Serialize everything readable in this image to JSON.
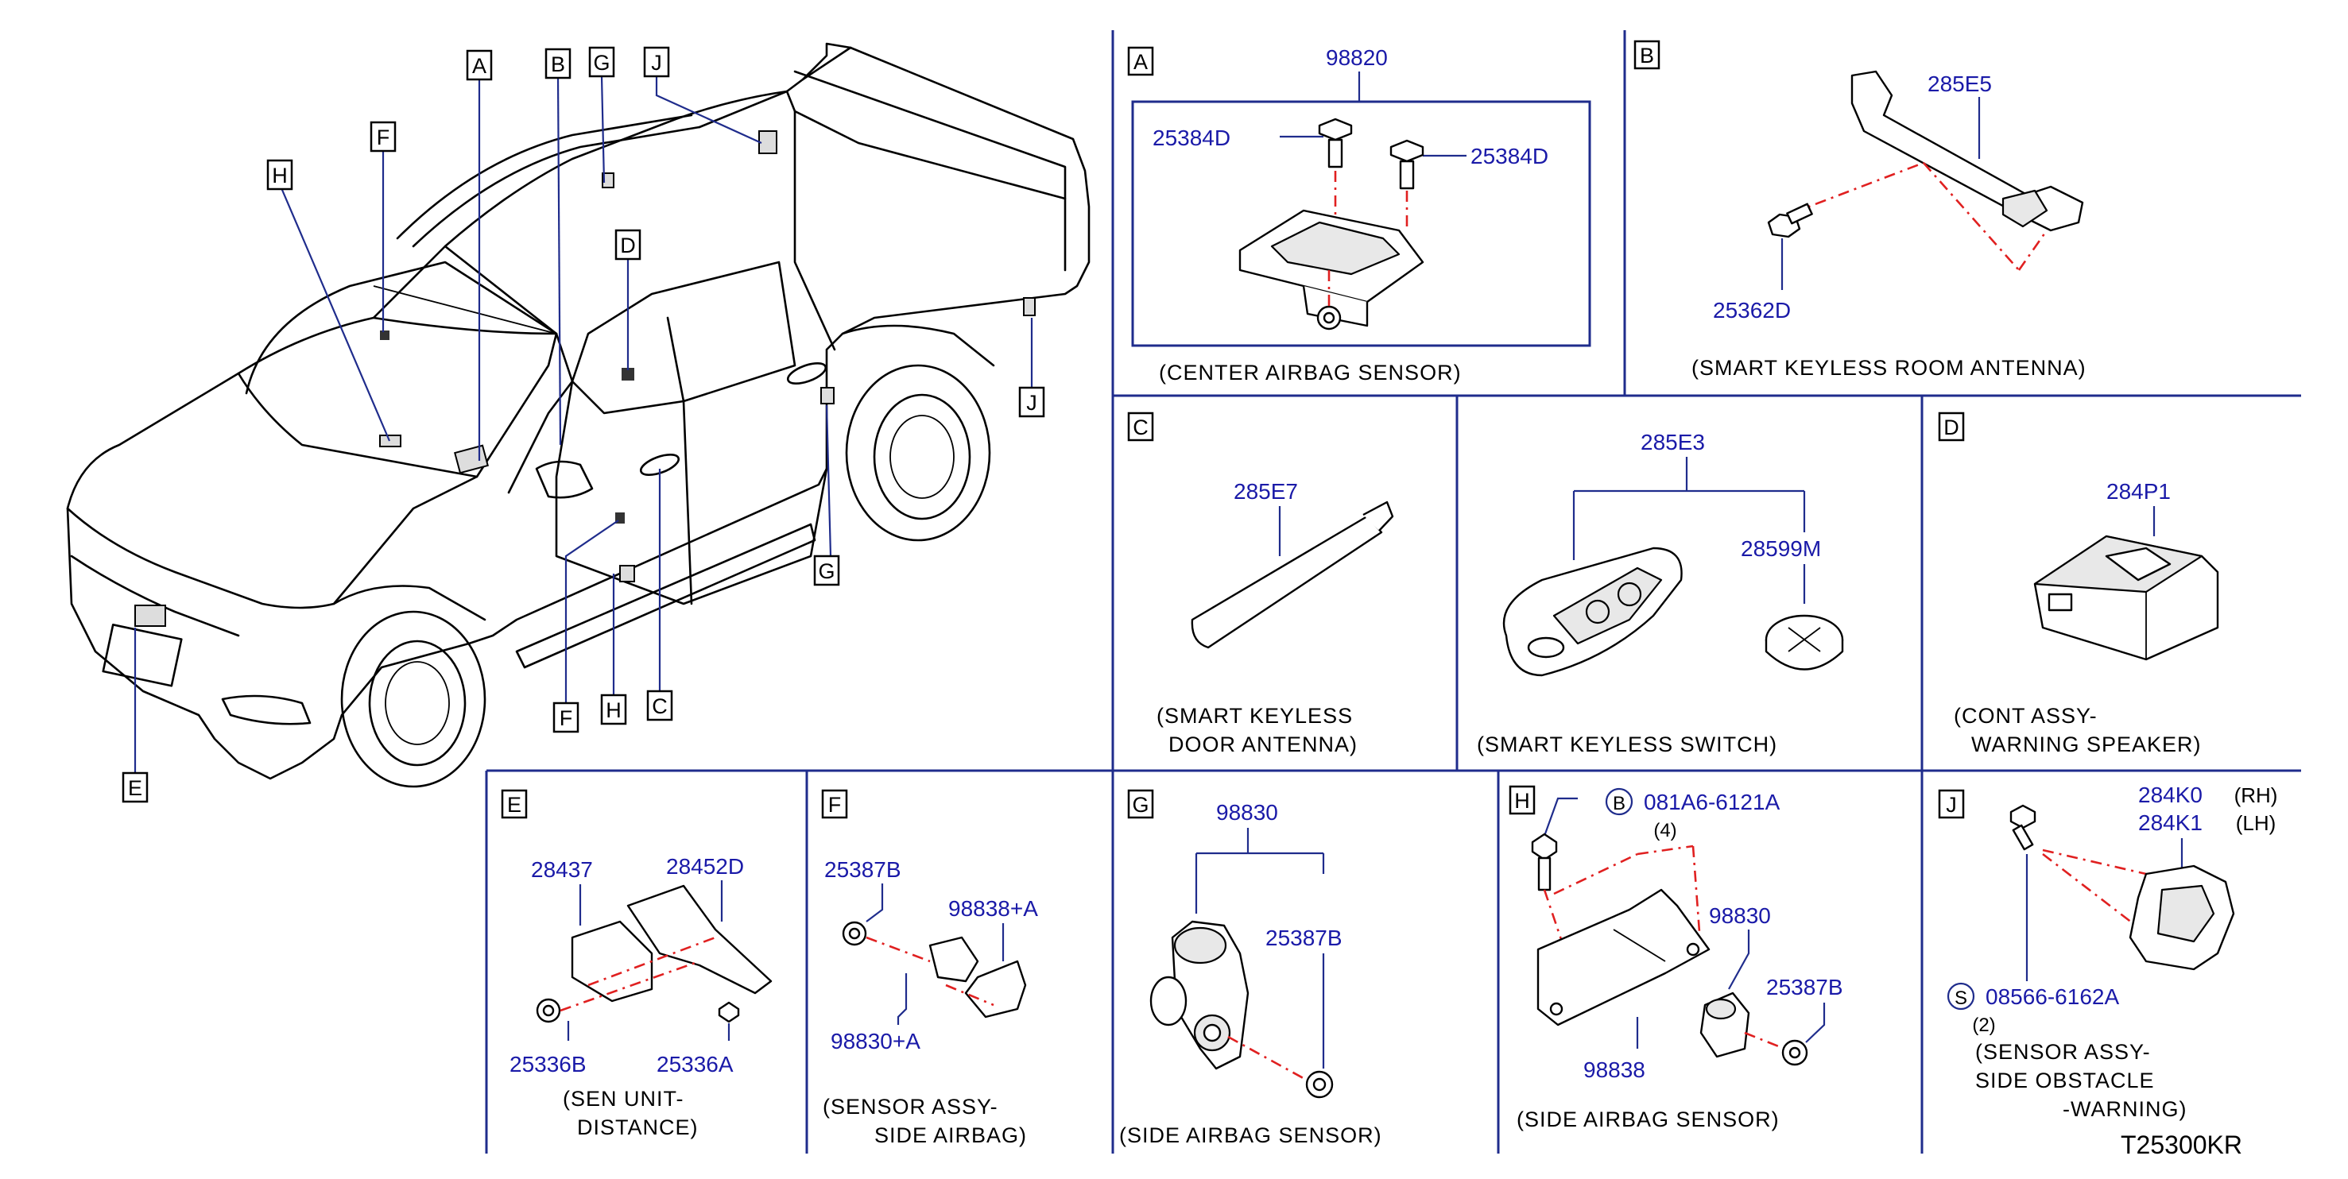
{
  "diagram_code": "T25300KR",
  "car_callouts": [
    "A",
    "B",
    "G",
    "J",
    "F",
    "H",
    "D",
    "J",
    "G",
    "E",
    "F",
    "H",
    "C"
  ],
  "panels": {
    "A": {
      "letter": "A",
      "caption": "(CENTER AIRBAG SENSOR)",
      "parts": {
        "main": "98820",
        "bolt_left": "25384D",
        "bolt_right": "25384D"
      }
    },
    "B": {
      "letter": "B",
      "caption": "(SMART KEYLESS ROOM ANTENNA)",
      "parts": {
        "antenna": "285E5",
        "bolt": "25362D"
      }
    },
    "C": {
      "letter": "C",
      "caption_line1": "(SMART KEYLESS",
      "caption_line2": "DOOR ANTENNA)",
      "parts": {
        "antenna": "285E7"
      }
    },
    "SW": {
      "caption": "(SMART KEYLESS SWITCH)",
      "parts": {
        "assy": "285E3",
        "battery": "28599M"
      }
    },
    "D": {
      "letter": "D",
      "caption_line1": "(CONT ASSY-",
      "caption_line2": "WARNING SPEAKER)",
      "parts": {
        "unit": "284P1"
      }
    },
    "E": {
      "letter": "E",
      "caption_line1": "(SEN UNIT-",
      "caption_line2": "DISTANCE)",
      "parts": {
        "sensor": "28437",
        "bracket": "28452D",
        "nut": "25336B",
        "bolt": "25336A"
      }
    },
    "F": {
      "letter": "F",
      "caption_line1": "(SENSOR ASSY-",
      "caption_line2": "SIDE AIRBAG)",
      "parts": {
        "nut": "25387B",
        "bracket": "98838+A",
        "sensor": "98830+A"
      }
    },
    "G": {
      "letter": "G",
      "caption": "(SIDE AIRBAG SENSOR)",
      "parts": {
        "sensor": "98830",
        "nut": "25387B"
      }
    },
    "H": {
      "letter": "H",
      "caption": "(SIDE AIRBAG SENSOR)",
      "parts": {
        "bolt_symbol": "B",
        "bolt": "081A6-6121A",
        "bolt_qty": "(4)",
        "sensor": "98830",
        "nut": "25387B",
        "bracket": "98838"
      }
    },
    "J": {
      "letter": "J",
      "caption_line1": "(SENSOR ASSY-",
      "caption_line2": "SIDE OBSTACLE",
      "caption_line3": "-WARNING)",
      "parts": {
        "rh": "284K0",
        "rh_side": "(RH)",
        "lh": "284K1",
        "lh_side": "(LH)",
        "screw_symbol": "S",
        "screw": "08566-6162A",
        "screw_qty": "(2)"
      }
    }
  },
  "colors": {
    "part_number": "#1a1aa8",
    "frame": "#1f2c8c",
    "dash": "#e02020",
    "ink": "#000000"
  }
}
